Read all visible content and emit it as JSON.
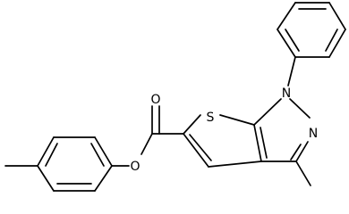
{
  "atoms": {
    "sulfur": "S",
    "nitrogen_1": "N",
    "nitrogen_2": "N",
    "oxygen_carbonyl": "O",
    "oxygen_ester": "O"
  }
}
